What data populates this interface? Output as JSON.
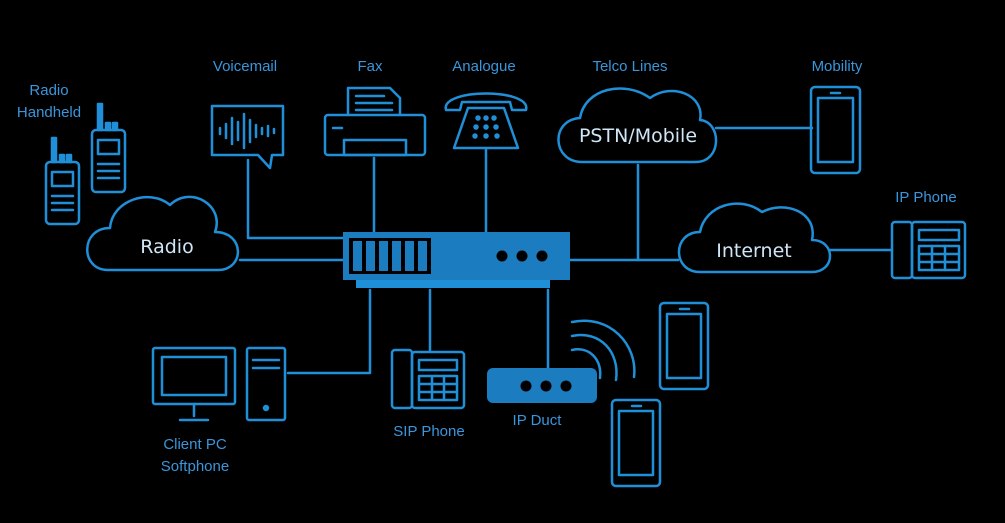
{
  "labels": {
    "radio_handheld": [
      "Radio",
      "Handheld"
    ],
    "voicemail": "Voicemail",
    "fax": "Fax",
    "analogue": "Analogue",
    "telco_lines": "Telco Lines",
    "mobility": "Mobility",
    "ip_phone": "IP Phone",
    "client_pc": [
      "Client PC",
      "Softphone"
    ],
    "sip_phone": "SIP Phone",
    "ip_duct": "IP Duct"
  },
  "clouds": {
    "radio": "Radio",
    "pstn": "PSTN/Mobile",
    "internet": "Internet"
  },
  "colors": {
    "line": "#1f8fd8",
    "fill": "#1b7cc0",
    "text_label": "#3a96dc",
    "cloud_text": "#cfe6f7",
    "background": "#000000"
  }
}
